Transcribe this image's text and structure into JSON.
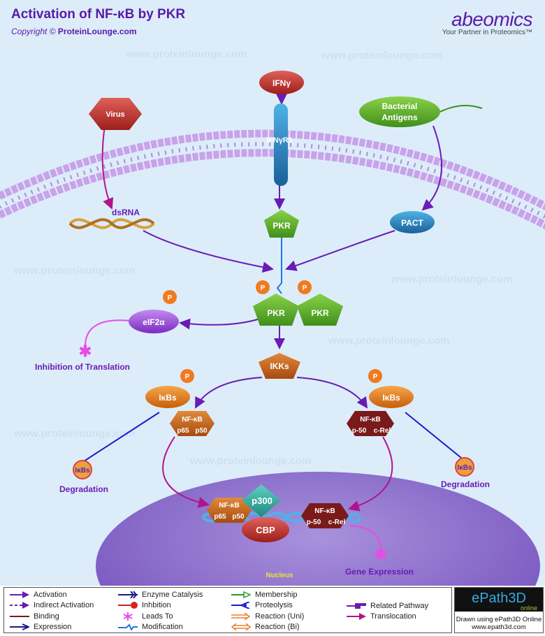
{
  "header": {
    "title": "Activation of NF-κB by PKR",
    "copyright_prefix": "Copyright ©",
    "copyright_site": "ProteinLounge.com"
  },
  "brand": {
    "logo": "abeomics",
    "tagline": "Your Partner in Proteomics™"
  },
  "watermark": "www.proteinlounge.com",
  "nodes": {
    "ifng": "IFNγ",
    "ifngr1": "IFNγR1",
    "virus": "Virus",
    "bacterial_1": "Bacterial",
    "bacterial_2": "Antigens",
    "dsrna": "dsRNA",
    "pkr": "PKR",
    "pact": "PACT",
    "pkr_a": "PKR",
    "pkr_b": "PKR",
    "p": "P",
    "eif2a": "eIF2α",
    "inhibition": "Inhibition of Translation",
    "ikks": "IKKs",
    "ikbs": "IκBs",
    "nfkb": "NF-κB",
    "p65": "p65",
    "p50": "p50",
    "p_50": "p-50",
    "crel": "c-Rel",
    "degradation": "Degradation",
    "ikbs_deg": "IκBs",
    "p300": "p300",
    "cbp": "CBP",
    "gene_expression": "Gene Expression",
    "nucleus": "Nucleus"
  },
  "legend": {
    "col1": [
      "Activation",
      "Indirect Activation",
      "Binding",
      "Expression"
    ],
    "col2": [
      "Enzyme Catalysis",
      "Inhbition",
      "Leads To",
      "Modification"
    ],
    "col3": [
      "Membership",
      "Proteolysis",
      "Reaction (Uni)",
      "Reaction (Bi)"
    ],
    "col4": [
      "Related Pathway",
      "Translocation"
    ]
  },
  "epath": {
    "logo": "ePath3D",
    "sub": "online",
    "line1": "Drawn using ePath3D Online",
    "line2": "www.epath3d.com"
  },
  "colors": {
    "background": "#dcedf9",
    "activation": "#6a1bb5",
    "translocation": "#b0148c",
    "leads_to": "#e64ce6",
    "proteolysis": "#1a1ad0",
    "modification": "#1a7ae0",
    "nucleus": "#8a6bcc",
    "membrane": "#c9a2ea"
  }
}
